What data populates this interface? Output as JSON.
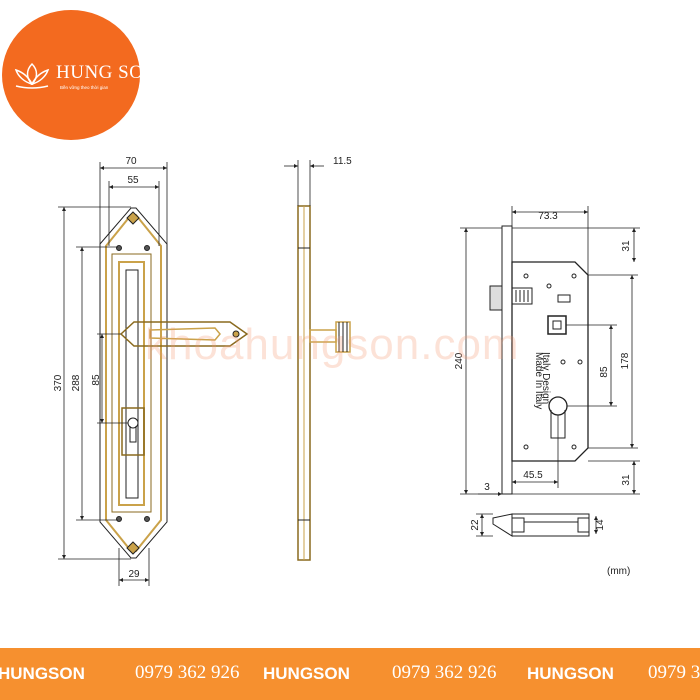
{
  "logo": {
    "name": "HUNG SON",
    "tagline": "Bền vững theo thời gian",
    "brand_color": "#f36a1f"
  },
  "watermark": "khoahungson.com",
  "unit_note": "(mm)",
  "dimensions": {
    "handle_width_outer": "70",
    "handle_width_inner": "55",
    "plate_thickness": "11.5",
    "total_height": "370",
    "screw_spacing": "288",
    "handle_to_key": "85",
    "bottom_width": "29",
    "lock_width": "73.3",
    "lock_top": "31",
    "lock_height": "240",
    "lock_body": "178",
    "lock_center": "85",
    "lock_backset": "45.5",
    "faceplate": "3",
    "lock_bottom": "31",
    "latch_22": "22",
    "latch_14": "14"
  },
  "lock_case_text": [
    "Made In Italy",
    "Italy Design"
  ],
  "footer": {
    "color": "#f6902f",
    "brand": "HUNGSON",
    "phone": "0979 362 926"
  }
}
